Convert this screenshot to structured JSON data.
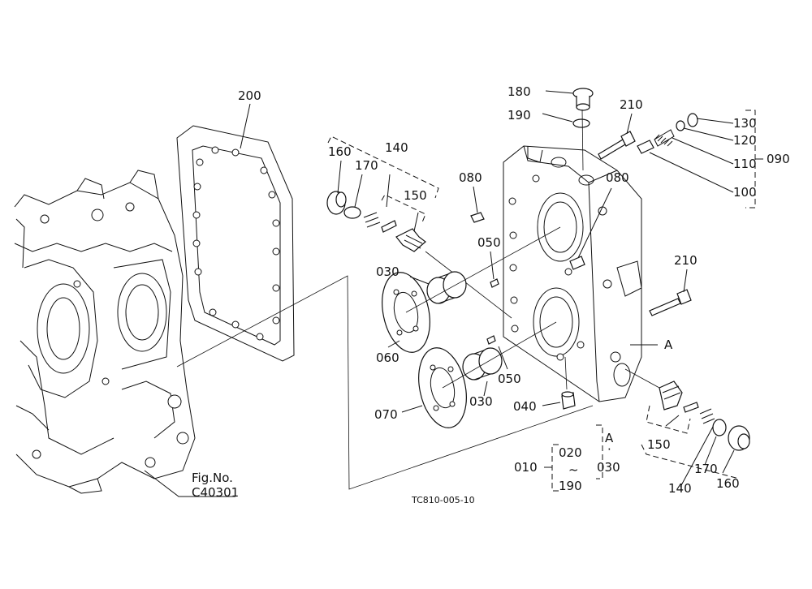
{
  "labels": {
    "p200": "200",
    "p180": "180",
    "p190": "190",
    "p210a": "210",
    "p210b": "210",
    "p130": "130",
    "p120": "120",
    "p110": "110",
    "p100": "100",
    "p090": "090",
    "p160a": "160",
    "p170a": "170",
    "p140a": "140",
    "p150a": "150",
    "p080a": "080",
    "p080b": "080",
    "p050a": "050",
    "p050b": "050",
    "p030a": "030",
    "p030b": "030",
    "p060": "060",
    "p070": "070",
    "p040": "040",
    "refA": "A",
    "p150b": "150",
    "p170b": "170",
    "p160b": "160",
    "p140b": "140",
    "p010": "010",
    "p020": "020",
    "tilde": "~",
    "p190b": "190",
    "setA": "A",
    "setDot": "·",
    "p030c": "030",
    "fig_no_label": "Fig.No.",
    "fig_no_value": "C40301",
    "drawing_code": "TC810-005-10"
  }
}
